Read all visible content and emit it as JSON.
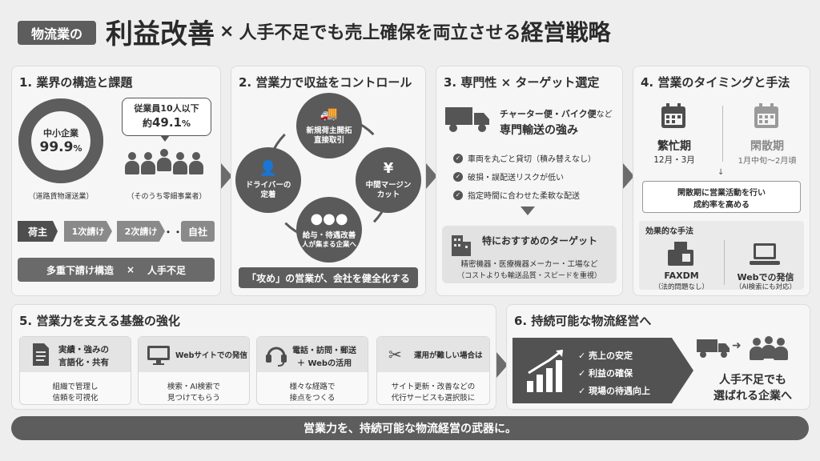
{
  "header": {
    "tag": "物流業の",
    "title_big": "利益改善",
    "times": "×",
    "title_rest": "人手不足でも売上確保を両立させる",
    "title_bold": "経営戦略"
  },
  "section1": {
    "title": "1. 業界の構造と課題",
    "donut_label": "中小企業",
    "donut_value": "99.9",
    "donut_unit": "%",
    "donut_percent": 99.9,
    "donut_caption": "（道路貨物運送業）",
    "bubble_line1": "従業員10人以下",
    "bubble_line2_prefix": "約",
    "bubble_line2_value": "49.1",
    "bubble_line2_unit": "%",
    "people_caption": "（そのうち零細事業者）",
    "chain": [
      "荷主",
      "1次請け",
      "2次請け",
      "・・・",
      "自社"
    ],
    "bottom_left": "多重下請け構造",
    "bottom_times": "×",
    "bottom_right": "人手不足",
    "colors": {
      "dark": "#5d5d5d",
      "mid": "#8a8a8a"
    }
  },
  "section2": {
    "title": "2. 営業力で収益をコントロール",
    "nodes": {
      "top": {
        "icon": "truck-icon",
        "line1": "新規荷主開拓",
        "line2": "直接取引"
      },
      "right": {
        "icon": "coin-icon",
        "line1": "中間マージン",
        "line2": "カット"
      },
      "bottom": {
        "icon": "people-icon",
        "line1": "給与・待遇改善",
        "line2": "人が集まる企業へ"
      },
      "left": {
        "icon": "driver-icon",
        "line1": "ドライバーの",
        "line2": "定着"
      }
    },
    "footer": "「攻め」の営業が、会社を健全化する"
  },
  "section3": {
    "title": "3. 専門性 × ターゲット選定",
    "lead_line1_a": "チャーター便・バイク便",
    "lead_line1_b": "など",
    "lead_line2": "専門輸送の強み",
    "checks": [
      "車両を丸ごと貸切（積み替えなし）",
      "破損・誤配送リスクが低い",
      "指定時間に合わせた柔軟な配送"
    ],
    "target_title": "特におすすめのターゲット",
    "target_line1": "精密機器・医療機器メーカー・工場など",
    "target_line2": "（コストよりも輸送品質・スピードを重視）"
  },
  "section4": {
    "title": "4. 営業のタイミングと手法",
    "busy_label": "繁忙期",
    "busy_months": "12月・3月",
    "idle_label": "閑散期",
    "idle_months": "1月中旬〜2月頃",
    "idle_note_line1": "閑散期に営業活動を行い",
    "idle_note_line2": "成約率を高める",
    "methods_title": "効果的な手法",
    "method1_label": "FAXDM",
    "method1_sub": "（法的問題なし）",
    "method2_label": "Webでの発信",
    "method2_sub": "（AI検索にも対応）"
  },
  "section5": {
    "title": "5. 営業力を支える基盤の強化",
    "cards": [
      {
        "icon": "document-icon",
        "head_line1": "実績・強みの",
        "head_line2": "言語化・共有",
        "body_line1": "組織で管理し",
        "body_line2": "信頼を可視化"
      },
      {
        "icon": "monitor-icon",
        "head_line1": "Webサイトでの発信",
        "head_line2": "",
        "body_line1": "検索・AI検索で",
        "body_line2": "見つけてもらう"
      },
      {
        "icon": "headset-icon",
        "head_line1": "電話・訪問・郵送",
        "head_line2": "＋ Webの活用",
        "body_line1": "様々な経路で",
        "body_line2": "接点をつくる"
      },
      {
        "icon": "tools-icon",
        "head_line1": "運用が難しい場合は",
        "head_line2": "",
        "body_line1": "サイト更新・改善などの",
        "body_line2": "代行サービスも選択肢に"
      }
    ]
  },
  "section6": {
    "title": "6. 持続可能な物流経営へ",
    "checks": [
      "売上の安定",
      "利益の確保",
      "現場の待遇向上"
    ],
    "result_line1": "人手不足でも",
    "result_line2": "選ばれる企業へ"
  },
  "footer": {
    "text": "営業力を、持続可能な物流経営の武器に。"
  }
}
